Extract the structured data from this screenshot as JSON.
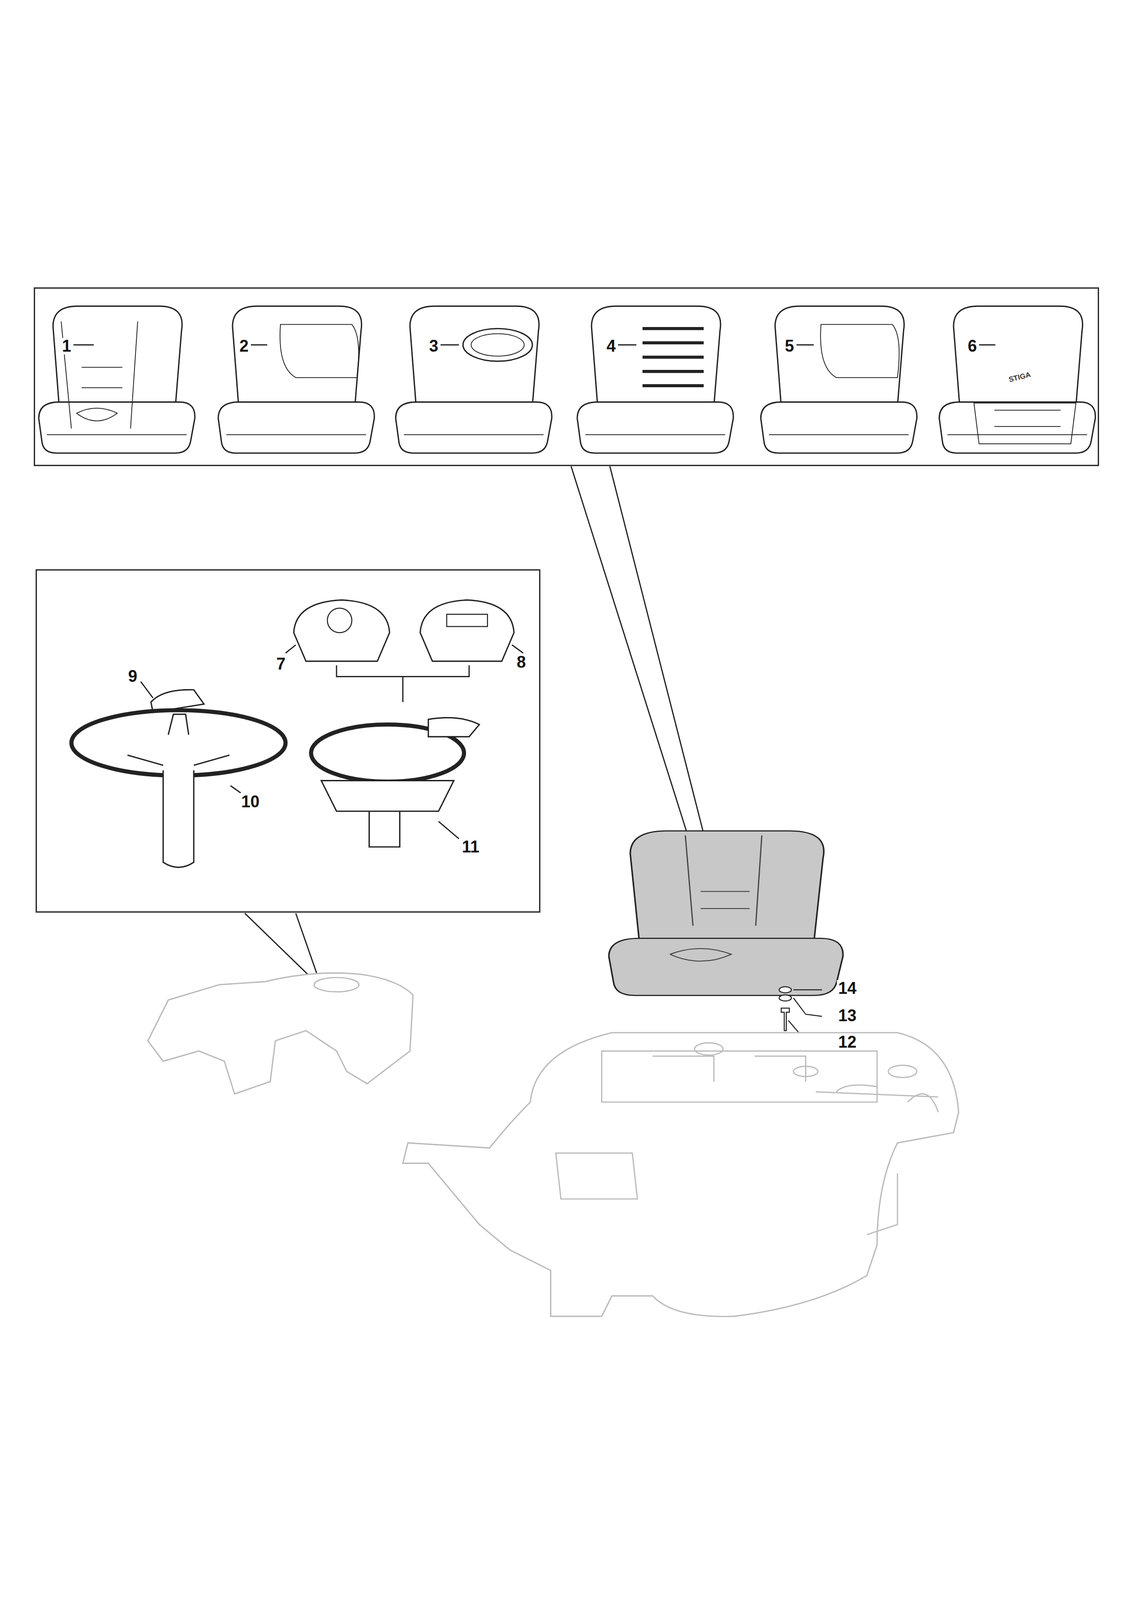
{
  "diagram": {
    "nodes": [
      {
        "text": [
          "1",
          "2",
          "3",
          "4",
          "5",
          "6"
        ]
      },
      {
        "text": [
          "7",
          "8",
          "9",
          "10",
          "11"
        ]
      }
    ],
    "labels": [
      "STIGA",
      "14",
      "13",
      "12"
    ]
  }
}
